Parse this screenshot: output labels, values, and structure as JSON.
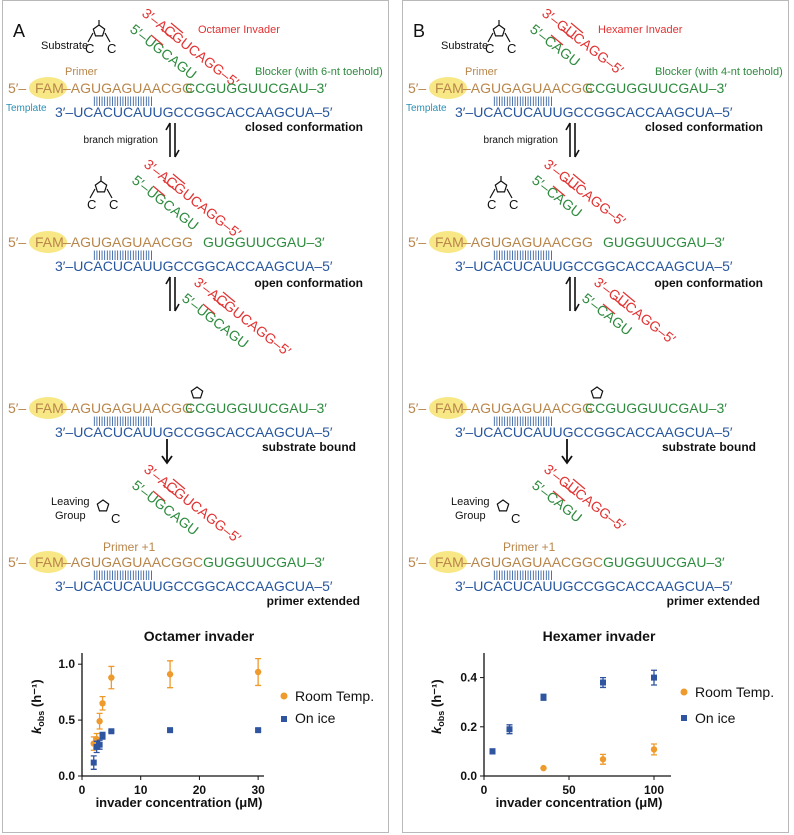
{
  "colors": {
    "primer": "#b8864b",
    "template": "#27569e",
    "blocker": "#2e8b3e",
    "invader": "#e23232",
    "fam_bg": "#f8e785",
    "ink": "#111111",
    "rt": "#ee9a2c",
    "ice": "#2f55a0"
  },
  "shared": {
    "primer_5p": "5′–",
    "fam": "FAM",
    "primer_seq": "–AGUGAGUAACGG",
    "primer_extended_seq": "–AGUGAGUAACGGC",
    "blocker_seq": "GUGGUUCGAU–3′",
    "blocker_bound_seq": "CCGUGGUUCGAU–3′",
    "template_seq": "3′–UCACUCAUUGCCGGCACCAAGCUA–5′",
    "bonds": "|||||||||||||||||||||||",
    "substrate_label": "Substrate",
    "primer_label": "Primer",
    "template_label": "Template",
    "branch_label": "branch migration",
    "leaving_group_label": "Leaving\nGroup",
    "primer_plus1_label": "Primer +1",
    "states": [
      "closed conformation",
      "open conformation",
      "substrate bound",
      "primer extended"
    ],
    "x_label": "invader concentration (μM)",
    "y_label": "k",
    "y_label_sub": "obs",
    "y_label_unit": "(h⁻¹)",
    "legend_rt": "Room Temp.",
    "legend_ice": "On ice"
  },
  "panels": [
    {
      "letter": "A",
      "invader_label": "Octamer Invader",
      "blocker_label": "Blocker (with 6-nt toehold)",
      "invader_strand": "3′–ACGUCAGG–5′",
      "blocker_strand": "5′–UGCAGU",
      "plot_title": "Octamer invader"
    },
    {
      "letter": "B",
      "invader_label": "Hexamer Invader",
      "blocker_label": "Blocker (with 4-nt toehold)",
      "invader_strand": "3′–GUCAGG–5′",
      "blocker_strand": "5′–CAGU",
      "plot_title": "Hexamer invader"
    }
  ],
  "chart_data": [
    {
      "type": "scatter",
      "title": "Octamer invader",
      "xlabel": "invader concentration (μM)",
      "ylabel": "kobs (h⁻¹)",
      "xlim": [
        0,
        31
      ],
      "ylim": [
        0,
        1.1
      ],
      "xticks": [
        0,
        10,
        20,
        30
      ],
      "yticks": [
        0.0,
        0.5,
        1.0
      ],
      "ytick_labels": [
        "0.0",
        "0.5",
        "1.0"
      ],
      "legend_position": "right",
      "series": [
        {
          "name": "Room Temp.",
          "x": [
            2,
            2.5,
            3,
            3.5,
            5,
            15,
            30
          ],
          "y": [
            0.29,
            0.33,
            0.49,
            0.65,
            0.88,
            0.91,
            0.93
          ],
          "err": [
            0.06,
            0.05,
            0.07,
            0.06,
            0.1,
            0.12,
            0.12
          ]
        },
        {
          "name": "On ice",
          "x": [
            2,
            2.5,
            3,
            3.5,
            5,
            15,
            30
          ],
          "y": [
            0.12,
            0.26,
            0.28,
            0.36,
            0.4,
            0.41,
            0.41
          ],
          "err": [
            0.06,
            0.05,
            0.04,
            0.03,
            0.01,
            0.01,
            0.01
          ]
        }
      ]
    },
    {
      "type": "scatter",
      "title": "Hexamer invader",
      "xlabel": "invader concentration (μM)",
      "ylabel": "kobs (h⁻¹)",
      "xlim": [
        0,
        110
      ],
      "ylim": [
        0,
        0.5
      ],
      "xticks": [
        0,
        50,
        100
      ],
      "yticks": [
        0.0,
        0.2,
        0.4
      ],
      "ytick_labels": [
        "0.0",
        "0.2",
        "0.4"
      ],
      "legend_position": "right",
      "series": [
        {
          "name": "Room Temp.",
          "x": [
            35,
            70,
            100
          ],
          "y": [
            0.032,
            0.068,
            0.108
          ],
          "err": [
            0.0,
            0.02,
            0.022
          ]
        },
        {
          "name": "On ice",
          "x": [
            5,
            15,
            35,
            70,
            100
          ],
          "y": [
            0.1,
            0.19,
            0.32,
            0.38,
            0.4
          ],
          "err": [
            0.01,
            0.018,
            0.012,
            0.02,
            0.03
          ]
        }
      ]
    }
  ]
}
